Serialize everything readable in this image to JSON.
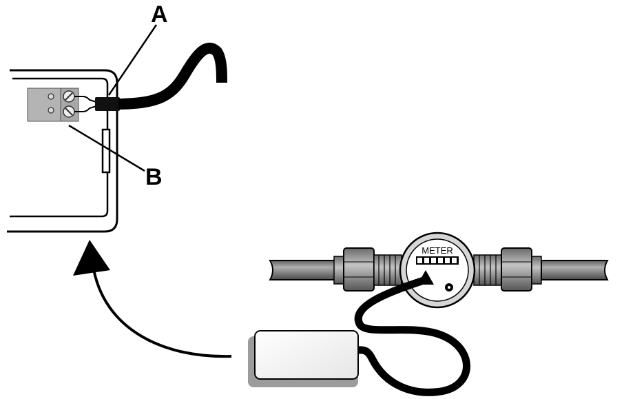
{
  "callouts": {
    "a": "A",
    "b": "B"
  },
  "meter": {
    "label": "METER"
  },
  "colors": {
    "line": "#000000",
    "terminal_gray": "#b4b4b4",
    "pipe_gray": "#7a7a7a",
    "fitting_gray": "#9a9a9a",
    "transmitter_shadow": "#9c9c9c"
  }
}
